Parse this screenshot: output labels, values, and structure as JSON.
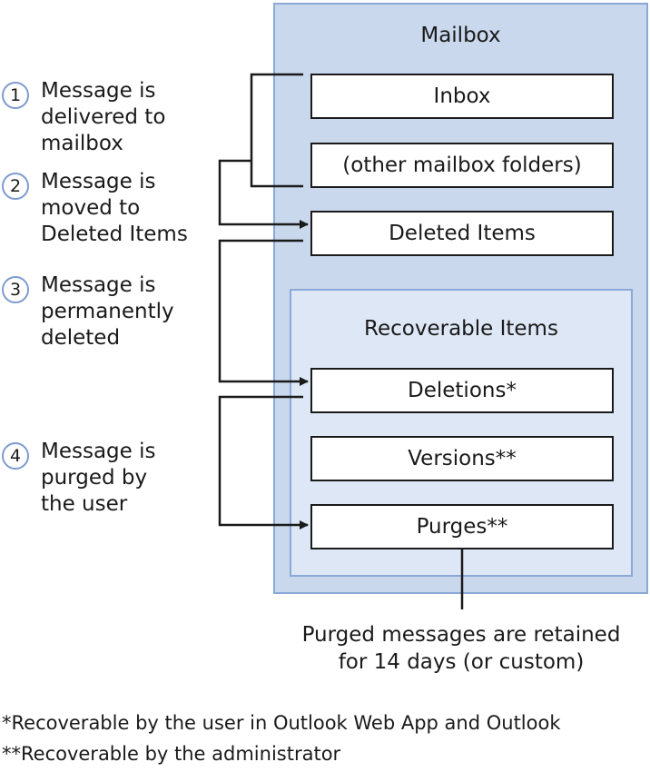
{
  "mailbox": {
    "title": "Mailbox",
    "folders": {
      "inbox": "Inbox",
      "other": "(other mailbox folders)",
      "deleted": "Deleted Items"
    },
    "recoverable": {
      "title": "Recoverable Items",
      "folders": {
        "deletions": "Deletions*",
        "versions": "Versions**",
        "purges": "Purges**"
      }
    }
  },
  "steps": [
    {
      "number": "1",
      "text": "Message is\ndelivered to\nmailbox"
    },
    {
      "number": "2",
      "text": "Message is\nmoved to\nDeleted Items"
    },
    {
      "number": "3",
      "text": "Message is\npermanently\ndeleted"
    },
    {
      "number": "4",
      "text": "Message is\npurged by\nthe user"
    }
  ],
  "retention_note": {
    "line1": "Purged messages are retained",
    "line2": "for 14 days (or custom)"
  },
  "footnotes": [
    "*Recoverable by the user in Outlook Web App and Outlook",
    "**Recoverable by the administrator"
  ],
  "colors": {
    "mailbox_fill": "#c9d8ec",
    "recoverable_fill": "#dde7f5",
    "border_blue": "#8aa9d6",
    "line": "#1a1a1a"
  }
}
